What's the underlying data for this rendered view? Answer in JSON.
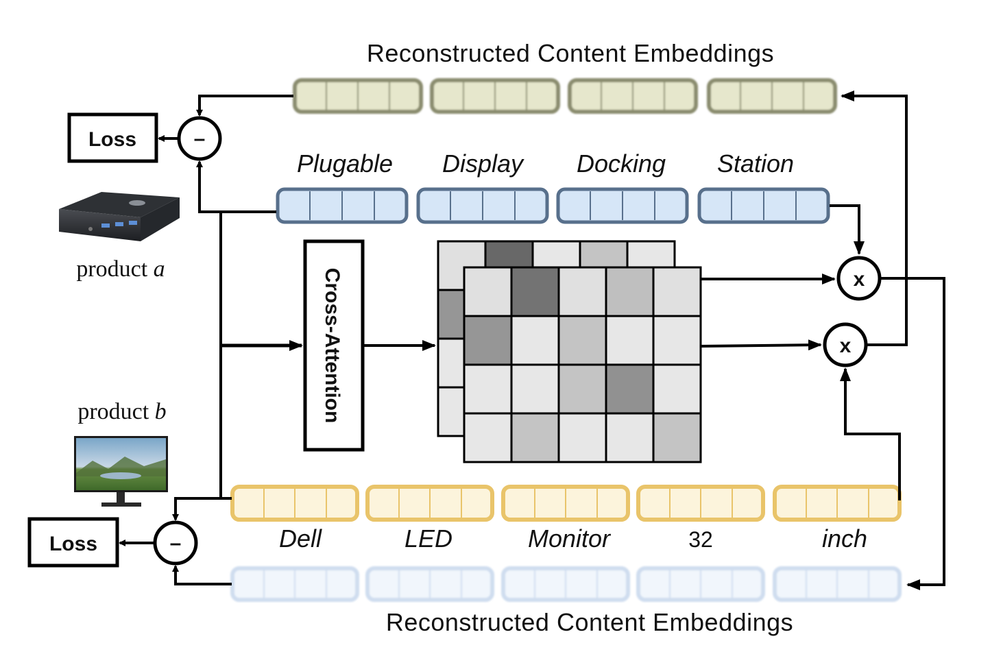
{
  "top_title": "Reconstructed Content Embeddings",
  "bottom_title": "Reconstructed Content Embeddings",
  "product_a": {
    "word": "product",
    "letter": "a",
    "tokens": [
      "Plugable",
      "Display",
      "Docking",
      "Station"
    ]
  },
  "product_b": {
    "word": "product",
    "letter": "b",
    "tokens": [
      "Dell",
      "LED",
      "Monitor",
      "32",
      "inch"
    ]
  },
  "loss_label": "Loss",
  "minus_symbol": "–",
  "multiply_symbol": "x",
  "cross_attention_label": "Cross-Attention",
  "colors": {
    "reconstructed_a_fill": "#e6e7cc",
    "reconstructed_a_border": "#8a8c6e",
    "embedding_a_fill": "#d6e6f7",
    "embedding_a_border": "#58708c",
    "embedding_b_fill": "#fcf4dc",
    "embedding_b_border": "#e9c46a",
    "reconstructed_b_fill": "#f1f6fc",
    "reconstructed_b_border": "#cfddef"
  },
  "attention_front_grid": [
    [
      0.08,
      0.55,
      0.08,
      0.22,
      0.08
    ],
    [
      0.4,
      0.05,
      0.2,
      0.05,
      0.05
    ],
    [
      0.05,
      0.05,
      0.2,
      0.42,
      0.05
    ],
    [
      0.05,
      0.2,
      0.05,
      0.05,
      0.2
    ]
  ],
  "attention_back_grid": [
    [
      0.08,
      0.6,
      0.05,
      0.2,
      0.05
    ],
    [
      0.4,
      0.05,
      0.05,
      0.05,
      0.05
    ],
    [
      0.05,
      0.05,
      0.05,
      0.05,
      0.05
    ],
    [
      0.05,
      0.05,
      0.05,
      0.05,
      0.05
    ]
  ],
  "icons": [
    "docking-station-photo",
    "monitor-photo"
  ]
}
